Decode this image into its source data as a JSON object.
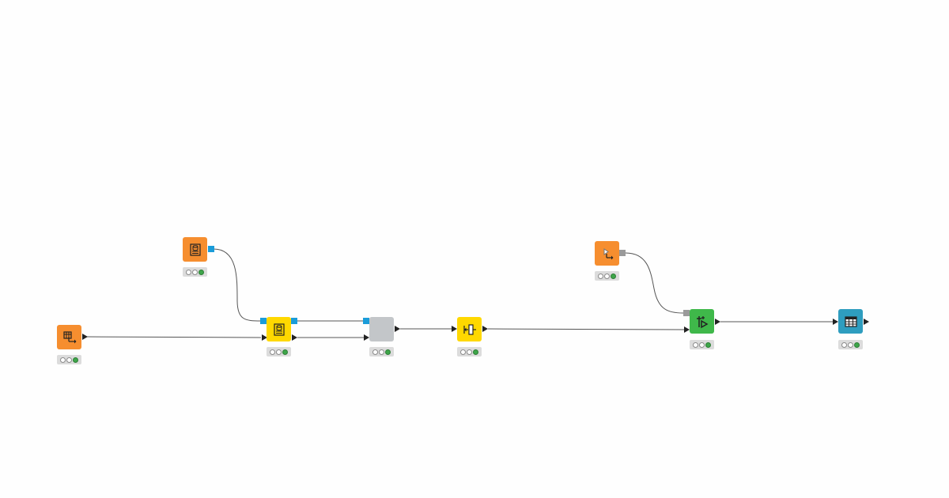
{
  "palette": {
    "orange": "#f68e2f",
    "yellow": "#ffd800",
    "gray": "#c3c6c9",
    "green": "#3fb84a",
    "teal": "#2e9dbf",
    "db_port": "#1a9cd9",
    "flow_port": "#9a9a9a",
    "status_green": "#3ea64a"
  },
  "nodes": [
    {
      "name": "table-creator-node",
      "color": "orange",
      "icon": "table-arrow-icon",
      "status": [
        false,
        false,
        true
      ]
    },
    {
      "name": "db-connector-node",
      "color": "orange",
      "icon": "database-document-icon",
      "status": [
        false,
        false,
        true
      ]
    },
    {
      "name": "db-table-writer-node",
      "color": "yellow",
      "icon": "database-document-icon",
      "status": [
        false,
        false,
        true
      ]
    },
    {
      "name": "empty-metanode",
      "color": "gray",
      "icon": "",
      "status": [
        false,
        false,
        true
      ]
    },
    {
      "name": "column-resizer-node",
      "color": "yellow",
      "icon": "column-split-icon",
      "status": [
        false,
        false,
        true
      ]
    },
    {
      "name": "variable-creator-node",
      "color": "orange",
      "icon": "variable-arrow-icon",
      "status": [
        false,
        false,
        true
      ]
    },
    {
      "name": "learner-node",
      "color": "green",
      "icon": "tree-sparkle-icon",
      "status": [
        false,
        false,
        true
      ]
    },
    {
      "name": "table-view-node",
      "color": "teal",
      "icon": "table-grid-icon",
      "status": [
        false,
        false,
        true
      ]
    }
  ]
}
